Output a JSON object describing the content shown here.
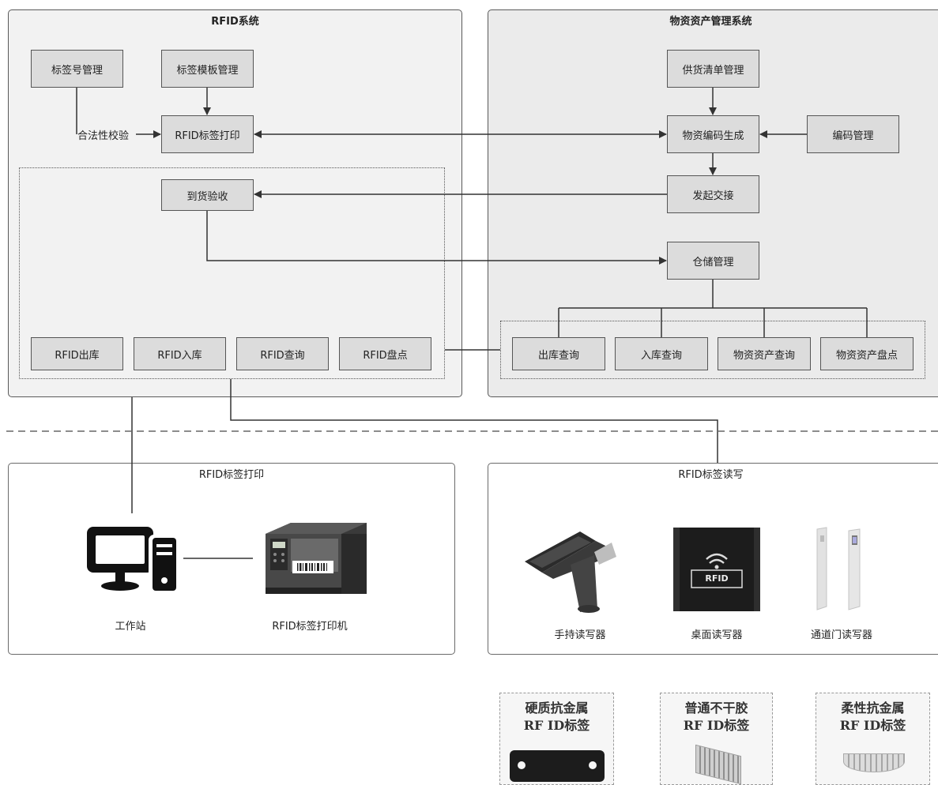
{
  "rfid_system": {
    "title": "RFID系统",
    "label_number_mgmt": "标签号管理",
    "label_template_mgmt": "标签模板管理",
    "legality_check": "合法性校验",
    "rfid_label_print": "RFID标签打印",
    "arrival_acceptance": "到货验收",
    "rfid_outbound": "RFID出库",
    "rfid_inbound": "RFID入库",
    "rfid_query": "RFID查询",
    "rfid_inventory": "RFID盘点"
  },
  "asset_system": {
    "title": "物资资产管理系统",
    "supply_list_mgmt": "供货清单管理",
    "asset_code_gen": "物资编码生成",
    "code_mgmt": "编码管理",
    "initiate_handover": "发起交接",
    "warehouse_mgmt": "仓储管理",
    "outbound_query": "出库查询",
    "inbound_query": "入库查询",
    "asset_query": "物资资产查询",
    "asset_inventory": "物资资产盘点"
  },
  "print_panel": {
    "title": "RFID标签打印",
    "workstation": "工作站",
    "printer": "RFID标签打印机",
    "workstation_icon": "desktop-computer-icon",
    "printer_icon": "label-printer-icon"
  },
  "reader_panel": {
    "title": "RFID标签读写",
    "handheld": "手持读写器",
    "desktop": "桌面读写器",
    "gate": "通道门读写器",
    "desktop_screen_text": "RFID"
  },
  "tags": [
    {
      "line1": "硬质抗金属",
      "line2": "RF ID标签"
    },
    {
      "line1": "普通不干胶",
      "line2": "RF ID标签"
    },
    {
      "line1": "柔性抗金属",
      "line2": "RF ID标签"
    }
  ]
}
